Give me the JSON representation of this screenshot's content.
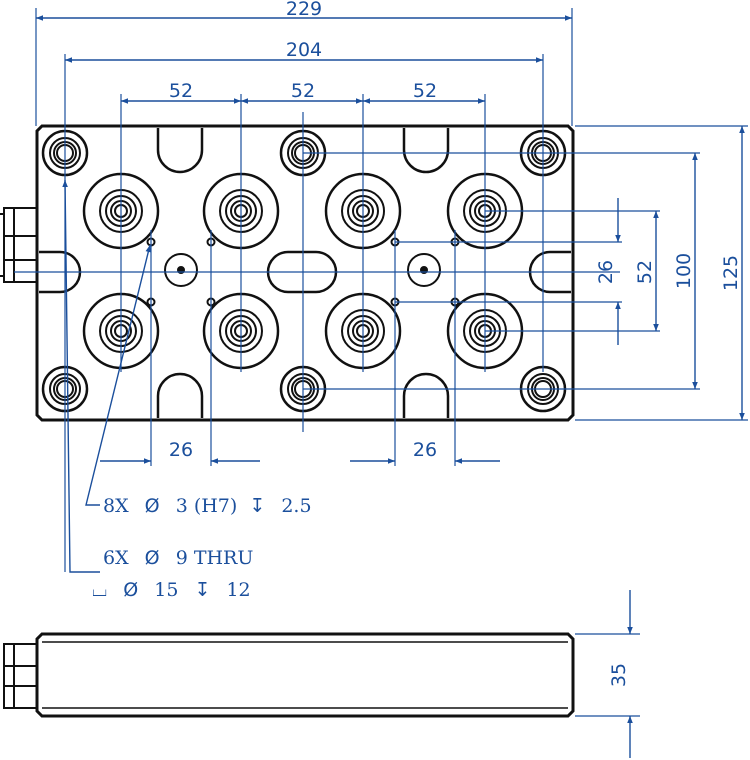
{
  "colors": {
    "outline": "#111111",
    "dimension": "#1b4f9c",
    "background": "#ffffff"
  },
  "dimensions": {
    "overall_length": "229",
    "hole_span": "204",
    "pitch_1": "52",
    "pitch_2": "52",
    "pitch_3": "52",
    "pin_spacing_left": "26",
    "pin_spacing_right": "26",
    "height_26": "26",
    "height_52": "52",
    "height_100": "100",
    "height_125": "125",
    "thickness": "35"
  },
  "callouts": {
    "pin_holes": {
      "count": "8X",
      "diameter_symbol": "Ø",
      "size": "3 (H7)",
      "depth_symbol": "↧",
      "depth": "2.5"
    },
    "mount_holes": {
      "count": "6X",
      "diameter_symbol": "Ø",
      "size": "9 THRU",
      "cbore_symbol": "⌴",
      "cbore_diameter_symbol": "Ø",
      "cbore_size": "15",
      "depth_symbol": "↧",
      "depth": "12"
    }
  }
}
